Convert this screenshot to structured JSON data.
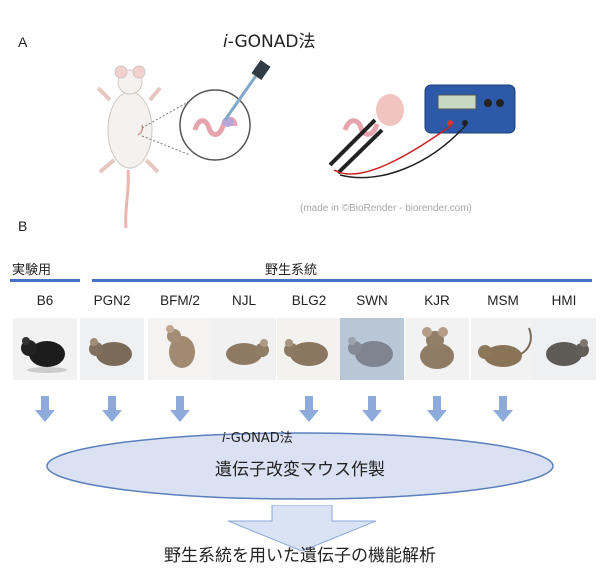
{
  "panel_a": {
    "label": "A",
    "title_italic": "i",
    "title_rest": "-GONAD法",
    "credit": "(made in ©BioRender - biorender.com)"
  },
  "panel_b": {
    "label": "B",
    "group_lab": "実験用",
    "group_wild": "野生系統",
    "strains": [
      "B6",
      "PGN2",
      "BFM/2",
      "NJL",
      "BLG2",
      "SWN",
      "KJR",
      "MSM",
      "HMI"
    ],
    "arrow_under": [
      "B6",
      "PGN2",
      "BFM/2",
      "BLG2",
      "SWN",
      "KJR",
      "MSM"
    ]
  },
  "ellipse": {
    "sub_italic": "i",
    "sub_rest": "-GONAD法",
    "main": "遺伝子改変マウス作製"
  },
  "final_text": "野生系統を用いた遺伝子の機能解析",
  "colors": {
    "accent_blue": "#4472c4",
    "arrow_fill": "#8eaadb",
    "ellipse_fill": "#d9e1f2",
    "ellipse_stroke": "#5b7fbd"
  }
}
